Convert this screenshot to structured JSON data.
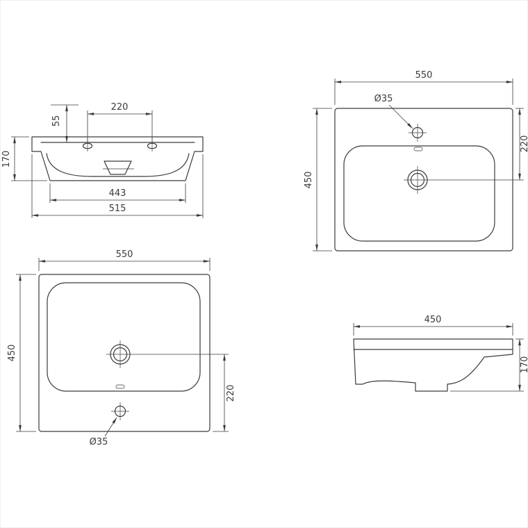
{
  "drawing": {
    "type": "washbasin-technical-drawing",
    "line_color": "#3a3a3a",
    "background": "#ffffff"
  },
  "views": {
    "front": {
      "label": "front-elevation",
      "hole_offset": "55",
      "hole_spacing": "220",
      "overall_height": "170",
      "bottom_width": "443",
      "overall_width": "515"
    },
    "plan_top": {
      "label": "top-plan-view",
      "overall_width": "550",
      "tap_hole_diameter": "Ø35",
      "overall_depth": "450",
      "drain_offset": "220"
    },
    "plan_bottom": {
      "label": "bottom-plan-view",
      "overall_width": "550",
      "overall_depth": "450",
      "drain_offset": "220",
      "tap_hole_diameter": "Ø35"
    },
    "side": {
      "label": "side-elevation",
      "overall_depth": "450",
      "overall_height": "170"
    }
  }
}
